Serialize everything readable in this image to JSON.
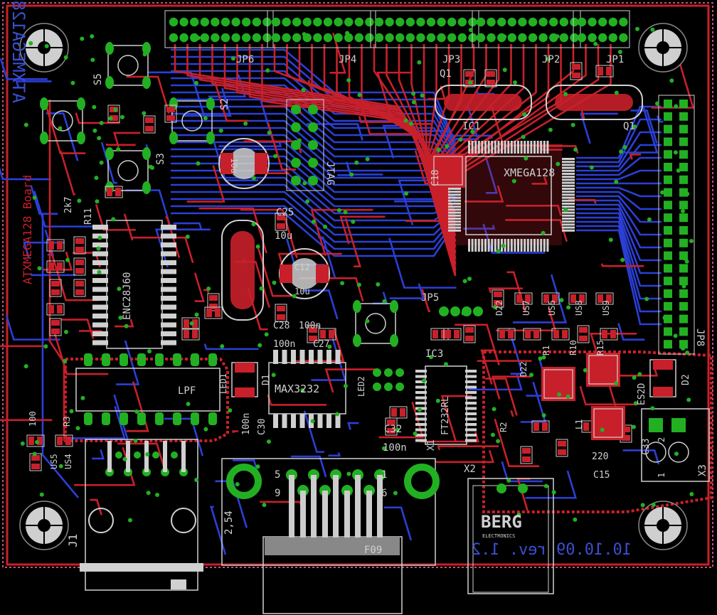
{
  "board": {
    "side_title": "ATXMEGA128 Board",
    "side_title_mirror": "ATXMEGA128 Board",
    "rev": "10.10.09 rev. 1.2",
    "colors": {
      "background": "#000000",
      "top_copper": "#c8202a",
      "bottom_copper": "#2b3fd6",
      "pads": "#22b022",
      "silkscreen": "#d0d0d0",
      "outline": "#ff6fa0"
    }
  },
  "headers": {
    "jp6": "JP6",
    "jp4": "JP4",
    "jp3": "JP3",
    "jp2": "JP2",
    "jp1": "JP1",
    "jp5": "JP5",
    "jp8": "JP8",
    "jtag": "JTAG"
  },
  "ics": {
    "mcu": "XMEGA128",
    "eth": "ENC28J60",
    "rs232": "MAX3232",
    "usb": "FT232RL",
    "lpf": "LPF"
  },
  "parts": {
    "c25": "C25",
    "c25v": "10u",
    "c12": "C12",
    "c12v": "10u",
    "c11v": "10u",
    "c28": "C28",
    "c28v": "100n",
    "c27": "C27",
    "c27v": "100n",
    "c30": "C30",
    "c30v": "100n",
    "c32": "C32",
    "c32v": "100n",
    "c33": "C33",
    "c15": "C15",
    "c18": "C18",
    "q1": "Q1",
    "q1b": "Q1",
    "ic1": "IC1",
    "ic3": "IC3",
    "d1": "D1",
    "d2": "D2",
    "es2d": "ES2D",
    "s2": "S2",
    "s3": "S3",
    "s5": "S5",
    "r11": "R11",
    "r11v": "2k7",
    "led1": "LED1",
    "led2": "LED2",
    "x1": "X1",
    "x2": "X2",
    "x3": "X3",
    "j1": "J1",
    "us4": "US4",
    "us5": "US5",
    "us6": "US6",
    "us7": "US7",
    "us8": "US8",
    "us9": "US9",
    "d22": "D22",
    "d22b": "D22",
    "r1": "R1",
    "r2": "R2",
    "r3": "R3",
    "r10": "R10",
    "r15": "R15",
    "v100": "100",
    "l1": "L1",
    "l1v": "220",
    "f09": "F09",
    "pitch": "2,54",
    "pin5": "5",
    "pin1": "1",
    "pin9": "9",
    "pin6": "6",
    "pin1b": "1",
    "pin2b": "2",
    "berg": "BERG",
    "berg_sub": "ELECTRONICS"
  }
}
